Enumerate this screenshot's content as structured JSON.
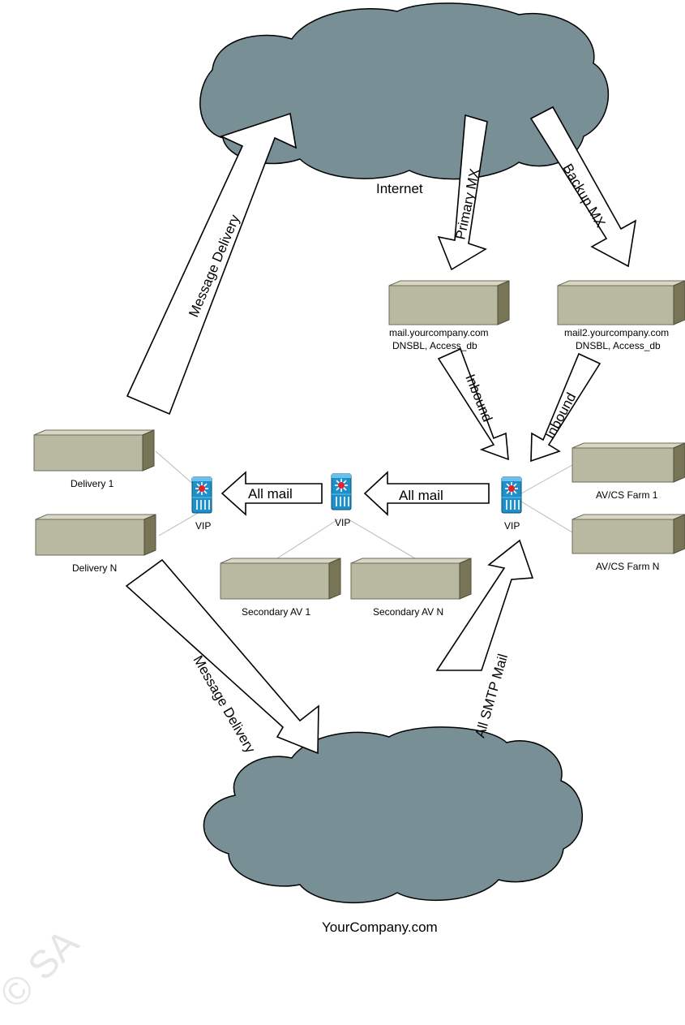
{
  "clouds": {
    "internet": "Internet",
    "yourcompany": "YourCompany.com"
  },
  "mx_servers": {
    "primary": {
      "name": "mail.yourcompany.com",
      "detail": "DNSBL, Access_db"
    },
    "backup": {
      "name": "mail2.yourcompany.com",
      "detail": "DNSBL, Access_db"
    }
  },
  "vips": {
    "left": "VIP",
    "middle": "VIP",
    "right": "VIP"
  },
  "delivery_servers": {
    "first": "Delivery 1",
    "last": "Delivery N"
  },
  "secondary_av": {
    "first": "Secondary AV 1",
    "last": "Secondary AV N"
  },
  "av_cs_farm": {
    "first": "AV/CS Farm 1",
    "last": "AV/CS Farm N"
  },
  "arrows": {
    "message_delivery_out": "Message Delivery",
    "primary_mx": "Primary MX",
    "backup_mx": "Backup MX",
    "inbound_primary": "Inbound",
    "inbound_backup": "Inbound",
    "all_mail_right": "All mail",
    "all_mail_left": "All mail",
    "message_delivery_in": "Message Delivery",
    "all_smtp_mail": "All SMTP Mail"
  },
  "watermark": "© SA",
  "colors": {
    "cloud": "#788f95",
    "server": "#b9b8a1",
    "switch": "#1e8fc8",
    "switch_hub": "#e8202a"
  },
  "icons": {
    "vip": "load-balancer-switch-icon",
    "server": "server-box-icon"
  }
}
